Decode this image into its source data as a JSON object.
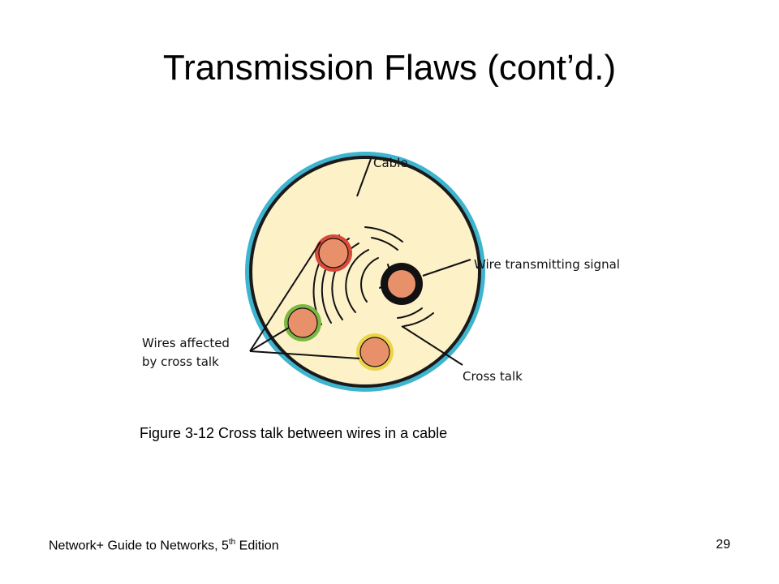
{
  "slide": {
    "title": "Transmission Flaws (cont’d.)"
  },
  "diagram": {
    "labels": {
      "cable": "Cable",
      "wire_transmitting": "Wire transmitting signal",
      "wires_affected_line1": "Wires affected",
      "wires_affected_line2": "by cross talk",
      "cross_talk": "Cross talk"
    },
    "colors": {
      "cable_fill": "#fdf1c8",
      "cable_border": "#3fb4cf",
      "wire_fill": "#e8906a",
      "wire_red_ring": "#d94a3a",
      "wire_green_ring": "#7bb843",
      "wire_yellow_ring": "#ecd34a",
      "transmitting_ring": "#111111"
    }
  },
  "caption": "Figure 3-12 Cross talk between wires in a cable",
  "footer": {
    "book_prefix": "Network+ Guide to Networks, 5",
    "book_sup": "th",
    "book_suffix": " Edition",
    "page_number": "29"
  }
}
